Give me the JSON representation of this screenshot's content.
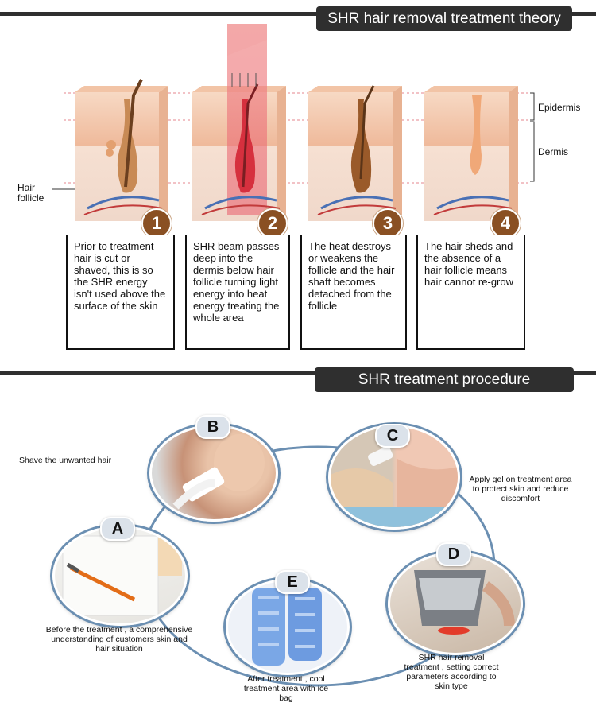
{
  "section1": {
    "title": "SHR hair removal treatment theory",
    "labels": {
      "epidermis": "Epidermis",
      "dermis": "Dermis",
      "hair_follicle": "Hair\nfollicle"
    },
    "stages": [
      {
        "number": "1",
        "text": "Prior to treatment hair is cut or shaved, this is so the SHR energy isn't used above the surface of the skin"
      },
      {
        "number": "2",
        "text": "SHR beam passes deep into the dermis below hair follicle turning light energy into heat energy treating the whole area"
      },
      {
        "number": "3",
        "text": "The heat destroys or weakens the follicle and the hair shaft becomes detached from the follicle"
      },
      {
        "number": "4",
        "text": "The hair sheds and the absence of a hair follicle means hair cannot re-grow"
      }
    ]
  },
  "section2": {
    "title": "SHR treatment procedure",
    "steps": [
      {
        "letter": "A",
        "text": "Before the treatment , a comprehensive understanding of customers skin and hair situation"
      },
      {
        "letter": "B",
        "text": "Shave the unwanted hair"
      },
      {
        "letter": "C",
        "text": "Apply gel on treatment area to protect skin and reduce discomfort"
      },
      {
        "letter": "D",
        "text": "SHR hair removal treatment , setting correct parameters according to skin type"
      },
      {
        "letter": "E",
        "text": "After treatment , cool treatment area with ice bag"
      }
    ]
  },
  "colors": {
    "header": "#2f2f2f",
    "number_badge": "#8a5023",
    "ring": "#6b8fb2",
    "skin": "#f3c9ad"
  }
}
